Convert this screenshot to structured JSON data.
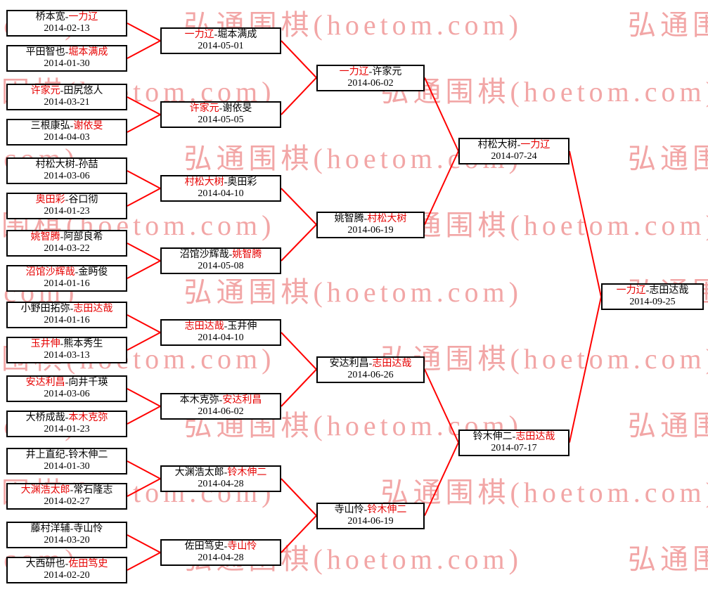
{
  "watermark": {
    "text": "弘通围棋(hoetom.com)",
    "color": "#f2a6a6"
  },
  "separator": "-",
  "colors": {
    "line": "#ff0000",
    "winner_text": "#e60000",
    "text": "#000000",
    "border": "#000000"
  },
  "rounds": [
    {
      "matches": [
        {
          "p1": "桥本宽",
          "p2": "一力辽",
          "red": "p2",
          "date": "2014-02-13"
        },
        {
          "p1": "平田智也",
          "p2": "堀本满成",
          "red": "p2",
          "date": "2014-01-30"
        },
        {
          "p1": "许家元",
          "p2": "田尻悠人",
          "red": "p1",
          "date": "2014-03-21"
        },
        {
          "p1": "三根康弘",
          "p2": "谢依旻",
          "red": "p2",
          "date": "2014-04-03"
        },
        {
          "p1": "村松大树",
          "p2": "孙喆",
          "red": null,
          "date": "2014-03-06"
        },
        {
          "p1": "奥田彩",
          "p2": "谷口彻",
          "red": "p1",
          "date": "2014-01-23"
        },
        {
          "p1": "姚智腾",
          "p2": "阿部良希",
          "red": "p1",
          "date": "2014-03-22"
        },
        {
          "p1": "沼馆沙辉哉",
          "p2": "金眄俊",
          "red": "p1",
          "date": "2014-01-16"
        },
        {
          "p1": "小野田拓弥",
          "p2": "志田达哉",
          "red": "p2",
          "date": "2014-01-16"
        },
        {
          "p1": "玉井伸",
          "p2": "熊本秀生",
          "red": "p1",
          "date": "2014-03-13"
        },
        {
          "p1": "安达利昌",
          "p2": "向井千瑛",
          "red": "p1",
          "date": "2014-03-06"
        },
        {
          "p1": "大桥成哉",
          "p2": "本木克弥",
          "red": "p2",
          "date": "2014-01-23"
        },
        {
          "p1": "井上直纪",
          "p2": "铃木伸二",
          "red": null,
          "date": "2014-01-30"
        },
        {
          "p1": "大渊浩太郎",
          "p2": "常石隆志",
          "red": "p1",
          "date": "2014-02-27"
        },
        {
          "p1": "藤村洋辅",
          "p2": "寺山怜",
          "red": null,
          "date": "2014-03-20"
        },
        {
          "p1": "大西研也",
          "p2": "佐田笃史",
          "red": "p2",
          "date": "2014-02-20"
        }
      ]
    },
    {
      "matches": [
        {
          "p1": "一力辽",
          "p2": "堀本满成",
          "red": "p1",
          "date": "2014-05-01"
        },
        {
          "p1": "许家元",
          "p2": "谢依旻",
          "red": "p1",
          "date": "2014-05-05"
        },
        {
          "p1": "村松大树",
          "p2": "奥田彩",
          "red": "p1",
          "date": "2014-04-10"
        },
        {
          "p1": "沼馆沙辉哉",
          "p2": "姚智腾",
          "red": "p2",
          "date": "2014-05-08"
        },
        {
          "p1": "志田达哉",
          "p2": "玉井伸",
          "red": "p1",
          "date": "2014-04-10"
        },
        {
          "p1": "本木克弥",
          "p2": "安达利昌",
          "red": "p2",
          "date": "2014-06-02"
        },
        {
          "p1": "大渊浩太郎",
          "p2": "铃木伸二",
          "red": "p2",
          "date": "2014-04-28"
        },
        {
          "p1": "佐田笃史",
          "p2": "寺山怜",
          "red": "p2",
          "date": "2014-04-28"
        }
      ]
    },
    {
      "matches": [
        {
          "p1": "一力辽",
          "p2": "许家元",
          "red": "p1",
          "date": "2014-06-02"
        },
        {
          "p1": "姚智腾",
          "p2": "村松大树",
          "red": "p2",
          "date": "2014-06-19"
        },
        {
          "p1": "安达利昌",
          "p2": "志田达哉",
          "red": "p2",
          "date": "2014-06-26"
        },
        {
          "p1": "寺山怜",
          "p2": "铃木伸二",
          "red": "p2",
          "date": "2014-06-19"
        }
      ]
    },
    {
      "matches": [
        {
          "p1": "村松大树",
          "p2": "一力辽",
          "red": "p2",
          "date": "2014-07-24"
        },
        {
          "p1": "铃木伸二",
          "p2": "志田达哉",
          "red": "p2",
          "date": "2014-07-17"
        }
      ]
    },
    {
      "matches": [
        {
          "p1": "一力辽",
          "p2": "志田达哉",
          "red": "p1",
          "date": "2014-09-25"
        }
      ]
    }
  ]
}
